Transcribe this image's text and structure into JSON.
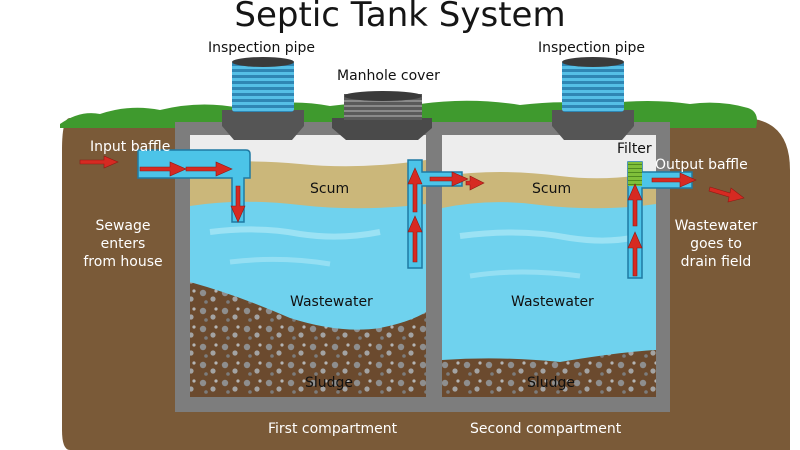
{
  "title": "Septic Tank System",
  "labels": {
    "inspection_pipe_left": "Inspection pipe",
    "inspection_pipe_right": "Inspection pipe",
    "manhole_cover": "Manhole cover",
    "input_baffle": "Input baffle",
    "output_baffle": "Output baffle",
    "filter": "Filter",
    "scum_first": "Scum",
    "scum_second": "Scum",
    "wastewater_first": "Wastewater",
    "wastewater_second": "Wastewater",
    "sludge_first": "Sludge",
    "sludge_second": "Sludge",
    "sewage_enters": [
      "Sewage",
      "enters",
      "from house"
    ],
    "wastewater_goes": [
      "Wastewater",
      "goes to",
      "drain field"
    ],
    "first_compartment": "First compartment",
    "second_compartment": "Second compartment"
  },
  "colors": {
    "soil": "#7a5a38",
    "grass": "#3f9a2e",
    "tank_wall": "#7d7d7d",
    "tank_interior": "#eeeeee",
    "scum": "#cbb77a",
    "wastewater": "#6fd2ee",
    "sludge": "#6b4a2e",
    "pipe": "#4cc4e8",
    "arrow": "#d62a22",
    "filter": "#7fbf3a",
    "cover": "#555555"
  }
}
